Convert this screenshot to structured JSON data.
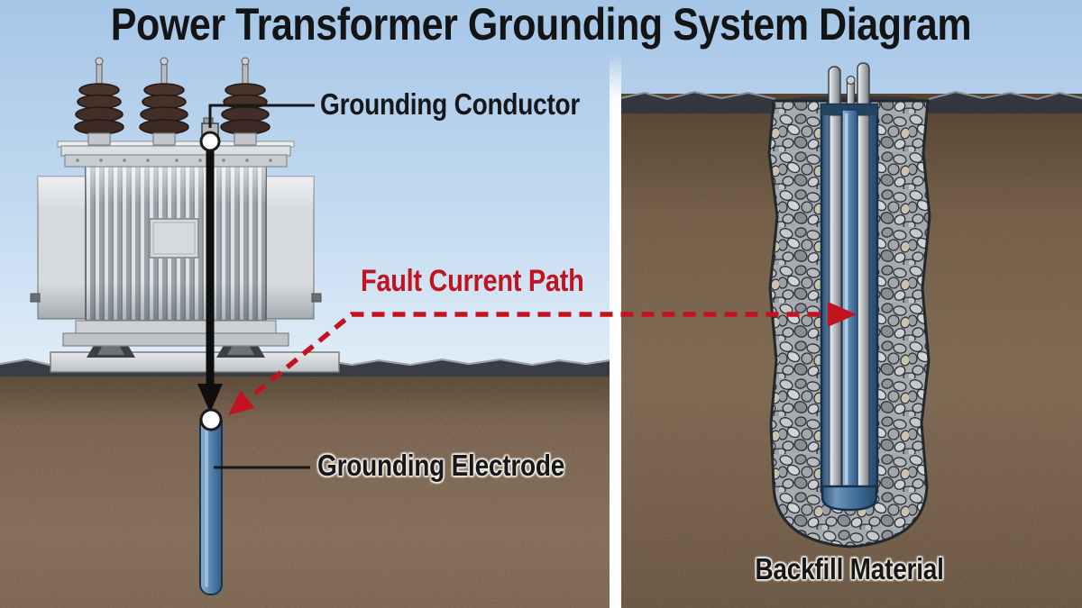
{
  "title": "Power Transformer Grounding System Diagram",
  "diagram": {
    "left_panel": {
      "grounding_conductor_label": "Grounding Conductor",
      "fault_current_path_label": "Fault Current Path",
      "grounding_electrode_label": "Grounding Electrode"
    },
    "right_panel": {
      "backfill_material_label": "Backfill Material"
    }
  },
  "colors": {
    "fault_red": "#c11420",
    "sky_top": "#a6c6e7",
    "sky_horizon": "#eef5fb",
    "soil_brown": "#7a6450",
    "ground_edge_dark": "#383c42",
    "gravel_gray": "#a7acb1",
    "electrode_blue": "#5b85af",
    "metal_gray": "#c7cbcf",
    "conductor_black": "#111111",
    "label_black": "#15171a"
  }
}
